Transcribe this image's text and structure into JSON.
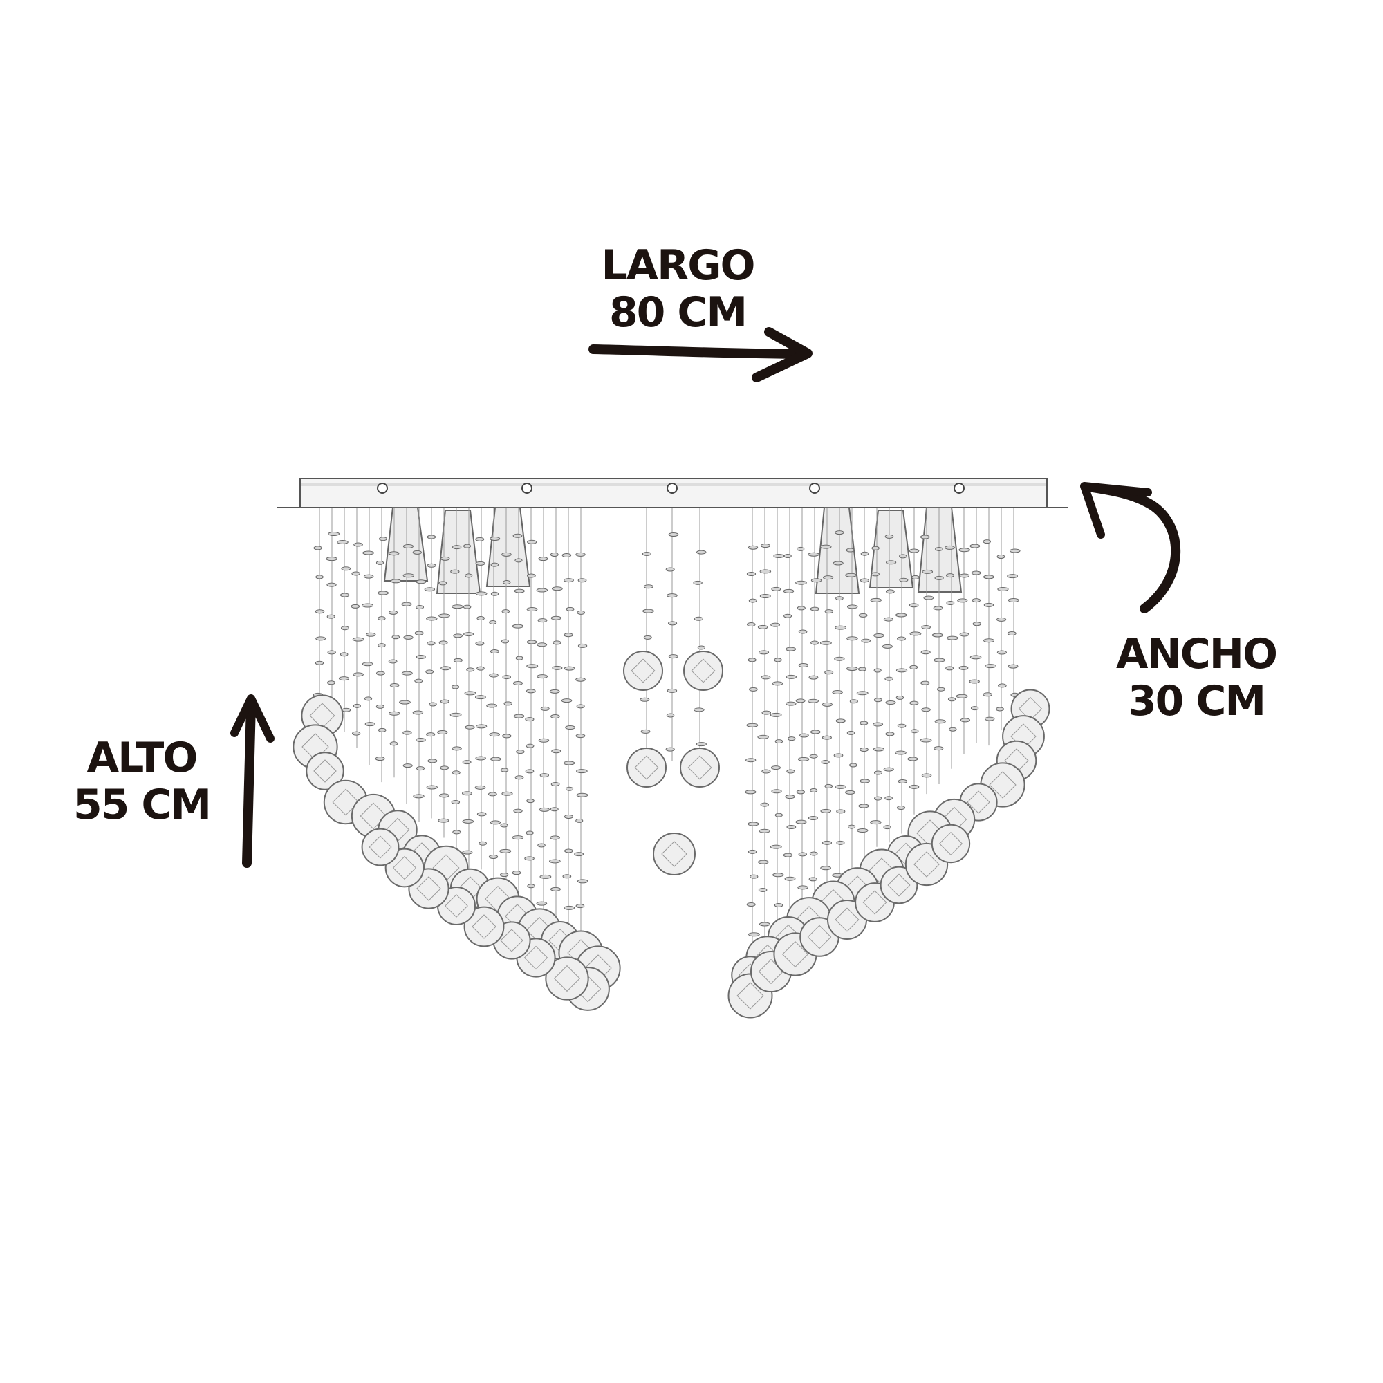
{
  "dimensions": {
    "largo": {
      "label": "LARGO",
      "value": "80 CM"
    },
    "ancho": {
      "label": "ANCHO",
      "value": "30 CM"
    },
    "alto": {
      "label": "ALTO",
      "value": "55 CM"
    }
  },
  "colors": {
    "arrow": "#1c1310",
    "text": "#1c1310",
    "line": "#555555",
    "background": "#ffffff"
  },
  "icons": {
    "largo_arrow": "arrow-right-icon",
    "ancho_arrow": "curved-arrow-icon",
    "alto_arrow": "arrow-up-icon"
  }
}
